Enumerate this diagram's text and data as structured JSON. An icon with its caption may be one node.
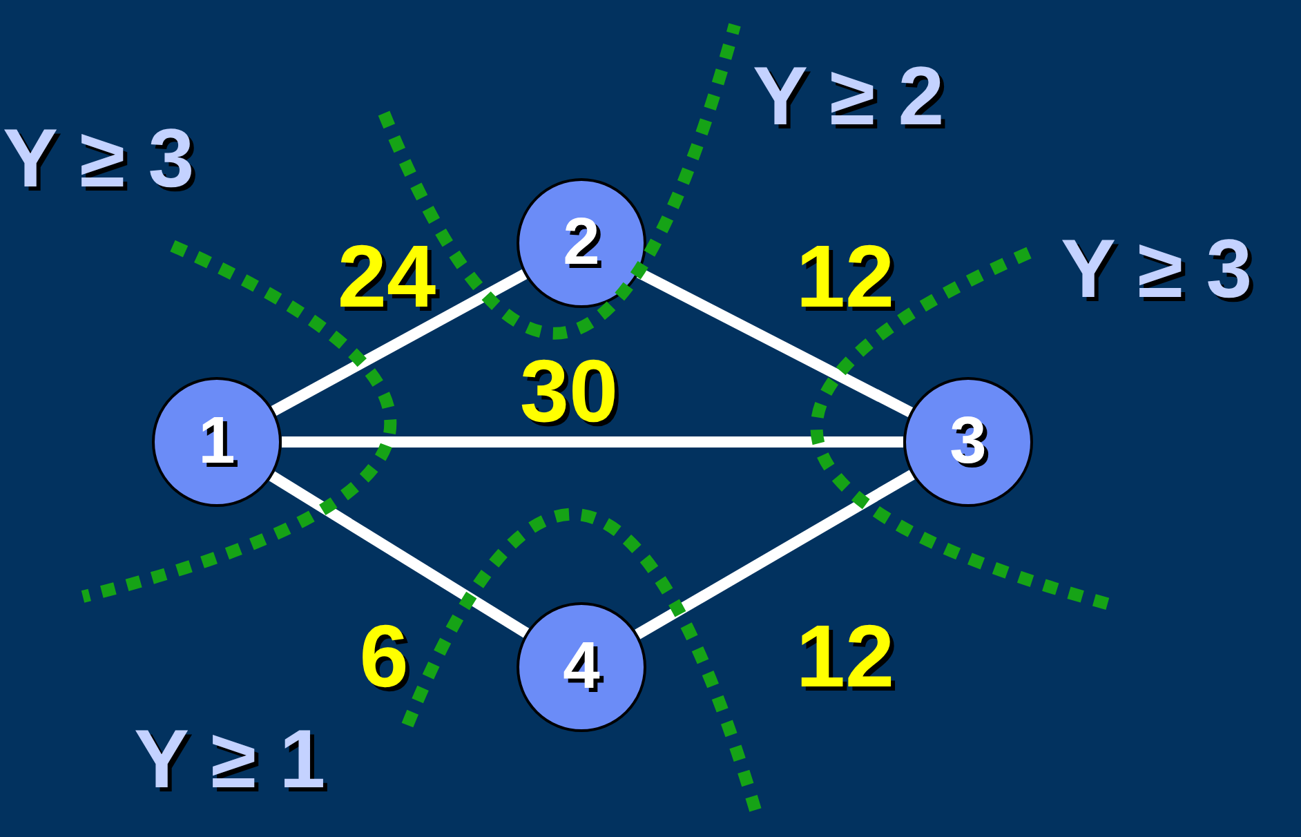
{
  "diagram": {
    "nodes": [
      {
        "text": [
          "1"
        ]
      },
      {
        "text": [
          "2"
        ]
      },
      {
        "text": [
          "3"
        ]
      },
      {
        "text": [
          "4"
        ]
      }
    ],
    "edges": [
      {
        "from": 0,
        "to": 1,
        "arrow": "none",
        "label": "24"
      },
      {
        "from": 1,
        "to": 2,
        "arrow": "none",
        "label": "12"
      },
      {
        "from": 0,
        "to": 2,
        "arrow": "none",
        "label": "30"
      },
      {
        "from": 0,
        "to": 3,
        "arrow": "none",
        "label": "6"
      },
      {
        "from": 3,
        "to": 2,
        "arrow": "none",
        "label": "12"
      }
    ],
    "labels": [
      "Y ≥ 3",
      "Y ≥ 2",
      "Y ≥ 3",
      "Y ≥ 1"
    ]
  }
}
